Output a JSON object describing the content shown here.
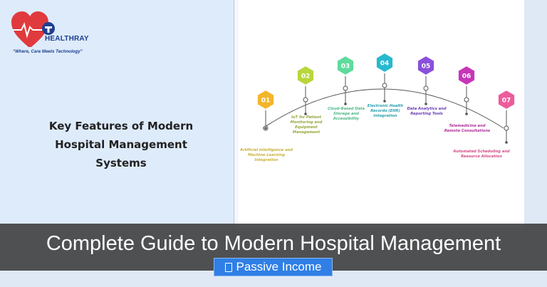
{
  "brand": {
    "name": "HEALTHRAY",
    "tagline": "“Where, Care Meets Technology”"
  },
  "infographic": {
    "heading": "Key Features of Modern\nHospital Management\nSystems",
    "milestones": [
      {
        "number": "01",
        "color": "#f3b52a",
        "label": "Artificial Intelligence and\nMachine Learning\nIntegration",
        "label_color": "#c9b13a"
      },
      {
        "number": "02",
        "color": "#b8d63a",
        "label": "IoT for Patient\nMonitoring and\nEquipment\nManagement",
        "label_color": "#93a83a"
      },
      {
        "number": "03",
        "color": "#5fdb9c",
        "label": "Cloud-Based Data\nStorage and\nAccessibility",
        "label_color": "#4db889"
      },
      {
        "number": "04",
        "color": "#27b9cf",
        "label": "Electronic Health\nRecords (EHR)\nIntegration",
        "label_color": "#2aa0b0"
      },
      {
        "number": "05",
        "color": "#8a4fdb",
        "label": "Data Analytics and\nReporting Tools",
        "label_color": "#6a3db5"
      },
      {
        "number": "06",
        "color": "#c636b8",
        "label": "Telemedicine and\nRemote Consultations",
        "label_color": "#b03099"
      },
      {
        "number": "07",
        "color": "#ee5b9c",
        "label": "Automated Scheduling and\nResource Allocation",
        "label_color": "#d44a88"
      }
    ]
  },
  "banner": {
    "title": "Complete Guide to Modern Hospital Management",
    "category_label": "Passive Income",
    "category_icon": "bookmark-icon"
  }
}
